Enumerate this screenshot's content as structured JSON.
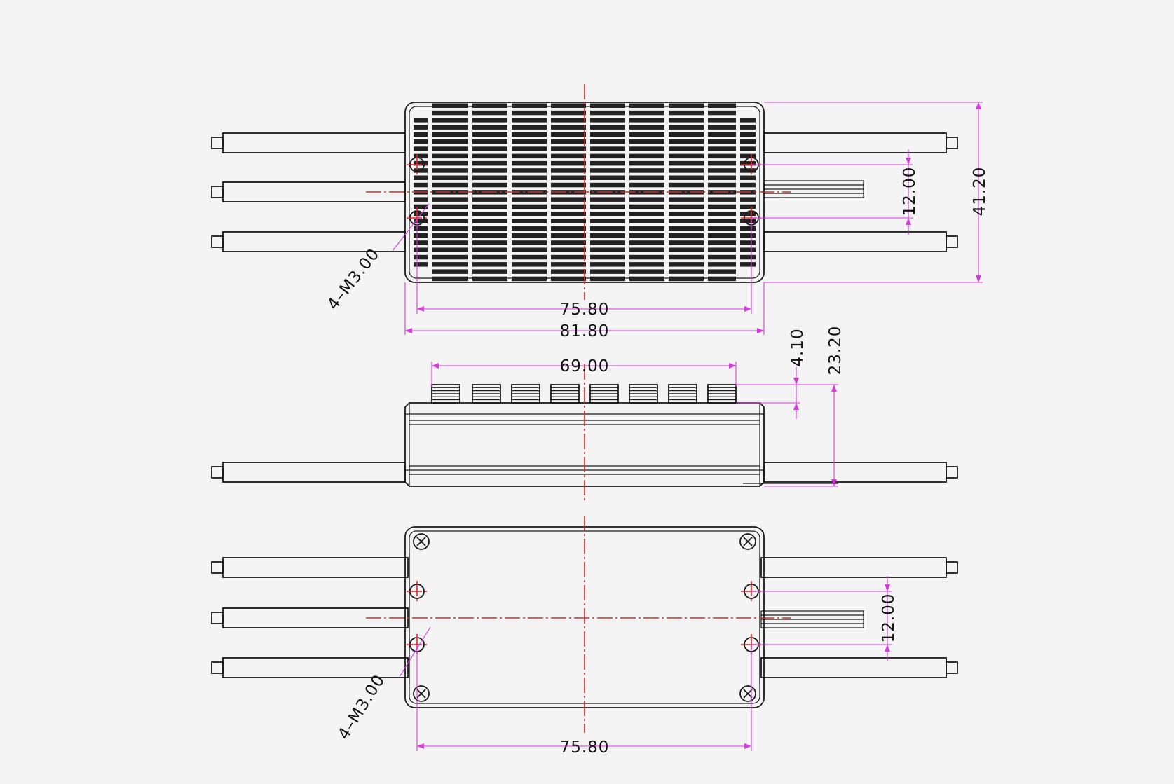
{
  "drawing": {
    "background": "#f4f4f4",
    "line_color": "#1a1a1a",
    "dimension_color": "#d63adf",
    "centerline_color": "#e02424"
  },
  "top_view": {
    "width_holes": "75.80",
    "width_total": "81.80",
    "height_holes": "12.00",
    "height_total": "41.20",
    "holes_label": "4–M3.00"
  },
  "side_view": {
    "fin_span": "69.00",
    "fin_height": "4.10",
    "total_height": "23.20"
  },
  "bottom_view": {
    "width_holes": "75.80",
    "height_holes": "12.00",
    "holes_label": "4–M3.00"
  }
}
